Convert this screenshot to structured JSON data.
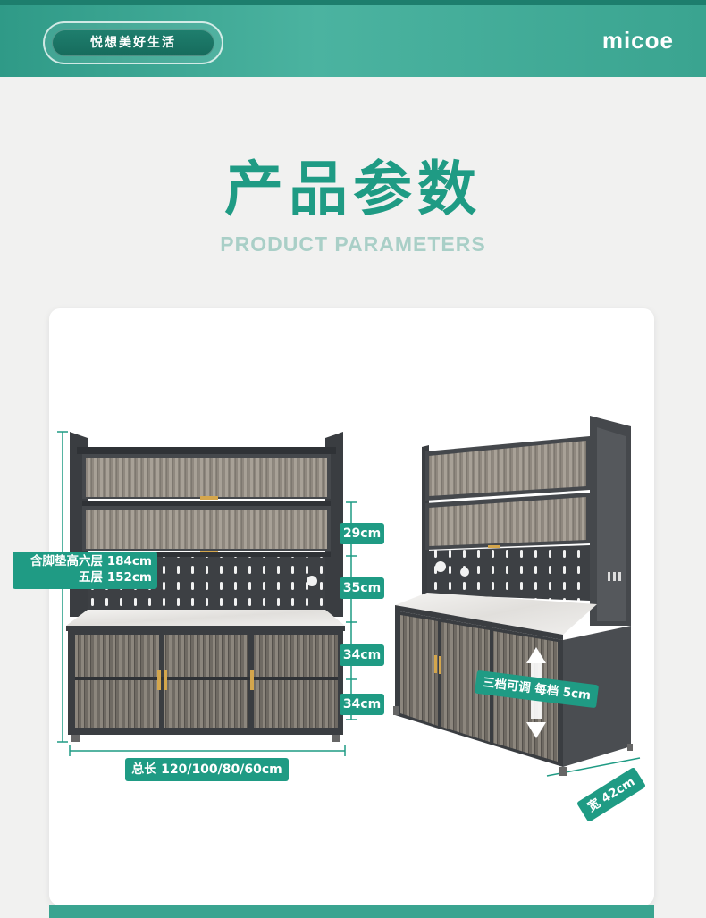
{
  "header": {
    "slogan": "悦想美好生活",
    "brand": "micoe"
  },
  "title": {
    "cn": "产品参数",
    "en": "PRODUCT PARAMETERS"
  },
  "dimensions": {
    "height_line1": "含脚垫高六层 184cm",
    "height_line2": "五层 152cm",
    "shelf_top": "29cm",
    "pegboard": "35cm",
    "cabinet_upper": "34cm",
    "cabinet_lower": "34cm",
    "length": "总长 120/100/80/60cm",
    "adjust": "三档可调 每档 5cm",
    "width": "宽 42cm"
  },
  "colors": {
    "brand_green": "#1f9b84",
    "header_teal": "#3aa490",
    "frame_dark": "#45484c"
  }
}
